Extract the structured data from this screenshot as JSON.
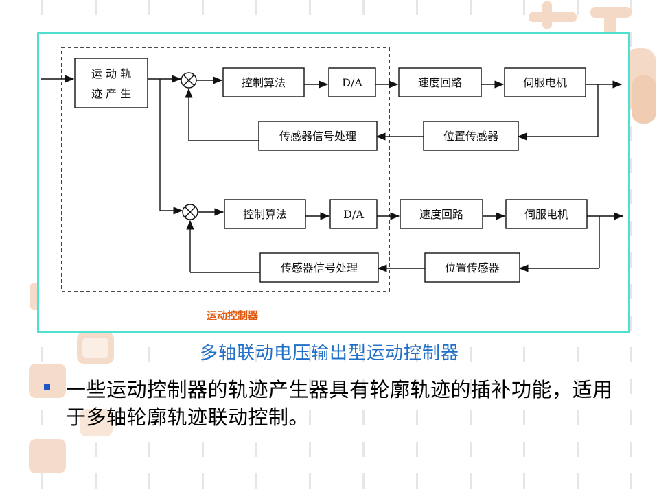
{
  "diagram": {
    "motion_traj_label": "运动轨迹产生",
    "motion_traj_line1": "运 动 轨",
    "motion_traj_line2": "迹 产 生",
    "channels": [
      {
        "control_algo": "控制算法",
        "da": "D/A",
        "speed_loop": "速度回路",
        "servo_motor": "伺服电机",
        "sensor_proc": "传感器信号处理",
        "pos_sensor": "位置传感器"
      },
      {
        "control_algo": "控制算法",
        "da": "D/A",
        "speed_loop": "速度回路",
        "servo_motor": "伺服电机",
        "sensor_proc": "传感器信号处理",
        "pos_sensor": "位置传感器"
      }
    ],
    "controller_label": "运动控制器"
  },
  "caption": "多轴联动电压输出型运动控制器",
  "bullet": "一些运动控制器的轨迹产生器具有轮廓轨迹的插补功能，适用于多轴轮廓轨迹联动控制。",
  "colors": {
    "frame": "#4fe0d0",
    "caption": "#2070c8",
    "controller_label": "#e05a10",
    "bullet_marker": "#1e56c8"
  }
}
